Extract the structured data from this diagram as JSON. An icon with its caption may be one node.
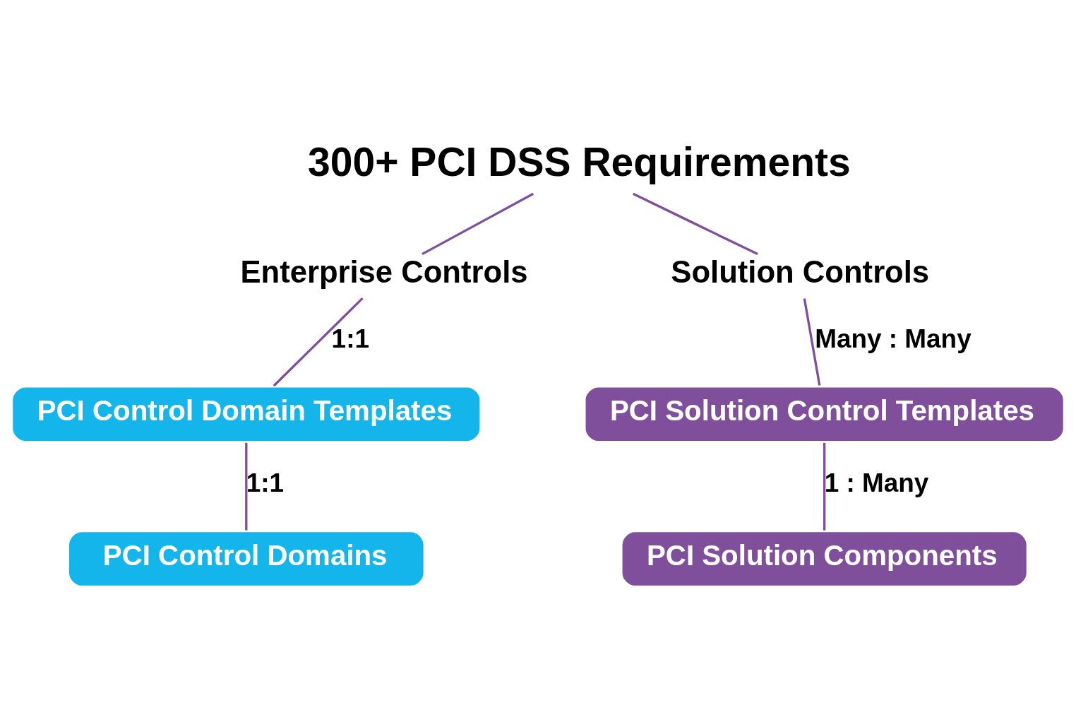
{
  "diagram": {
    "nodes": [
      {
        "text": [
          "300+ PCI DSS Requirements"
        ]
      },
      {
        "text": [
          "Enterprise Controls"
        ]
      },
      {
        "text": [
          "Solution Controls"
        ]
      },
      {
        "text": [
          "PCI Control Domain Templates"
        ]
      },
      {
        "text": [
          "PCI Solution Control Templates"
        ]
      },
      {
        "text": [
          "PCI Control Domains"
        ]
      },
      {
        "text": [
          "PCI Solution Components"
        ]
      }
    ],
    "edges": [
      {
        "from": 0,
        "to": 1,
        "arrow": "none"
      },
      {
        "from": 0,
        "to": 2,
        "arrow": "none"
      },
      {
        "from": 1,
        "to": 3,
        "arrow": "none",
        "label": "1:1"
      },
      {
        "from": 2,
        "to": 4,
        "arrow": "none",
        "label": "Many : Many"
      },
      {
        "from": 3,
        "to": 5,
        "arrow": "none",
        "label": "1:1"
      },
      {
        "from": 4,
        "to": 6,
        "arrow": "none",
        "label": "1 : Many"
      }
    ]
  }
}
